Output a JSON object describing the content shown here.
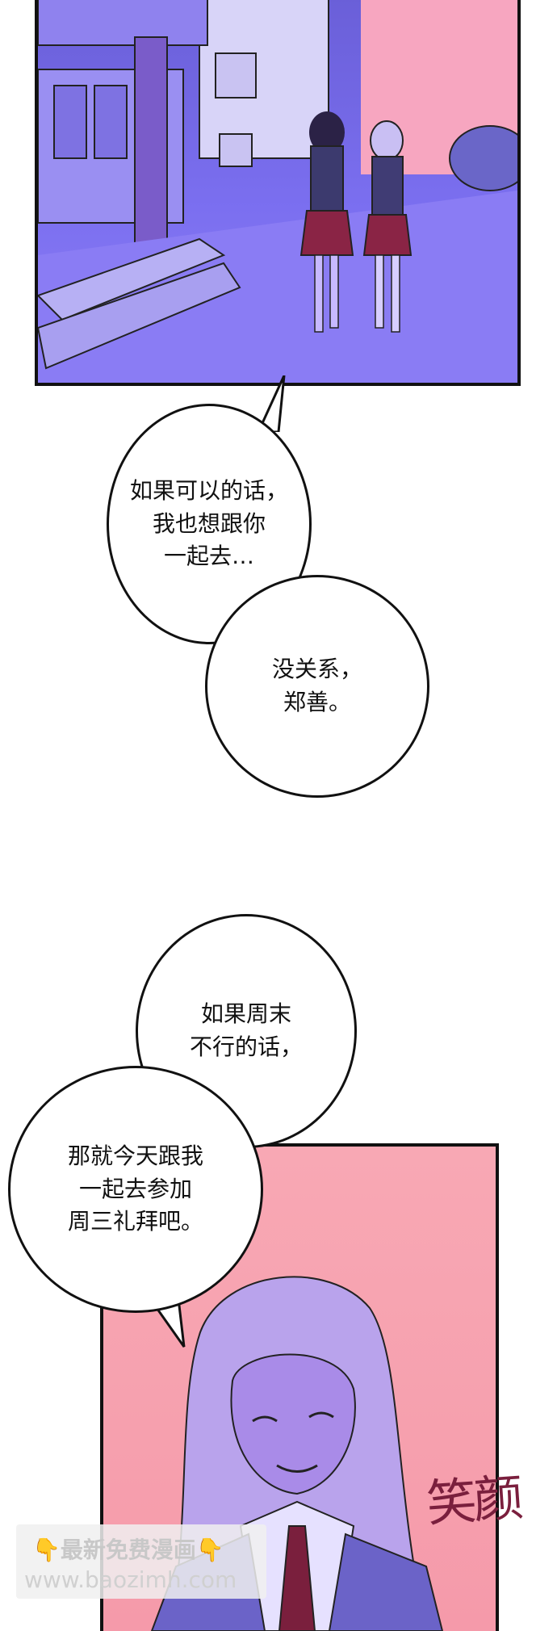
{
  "bubbles": {
    "b1": "如果可以的话，\n我也想跟你\n一起去…",
    "b2": "没关系，\n郑善。",
    "b3": "如果周末\n不行的话，",
    "b4": "那就今天跟我\n一起去参加\n周三礼拜吧。"
  },
  "sfx": "笑颜",
  "watermark": {
    "line1": "👇最新免费漫画👇",
    "line2": "www.baozimh.com"
  },
  "colors": {
    "panel_top": "#7b6ff0",
    "panel_bottom": "#f6a0ae",
    "sfx": "#7a1f3d"
  }
}
